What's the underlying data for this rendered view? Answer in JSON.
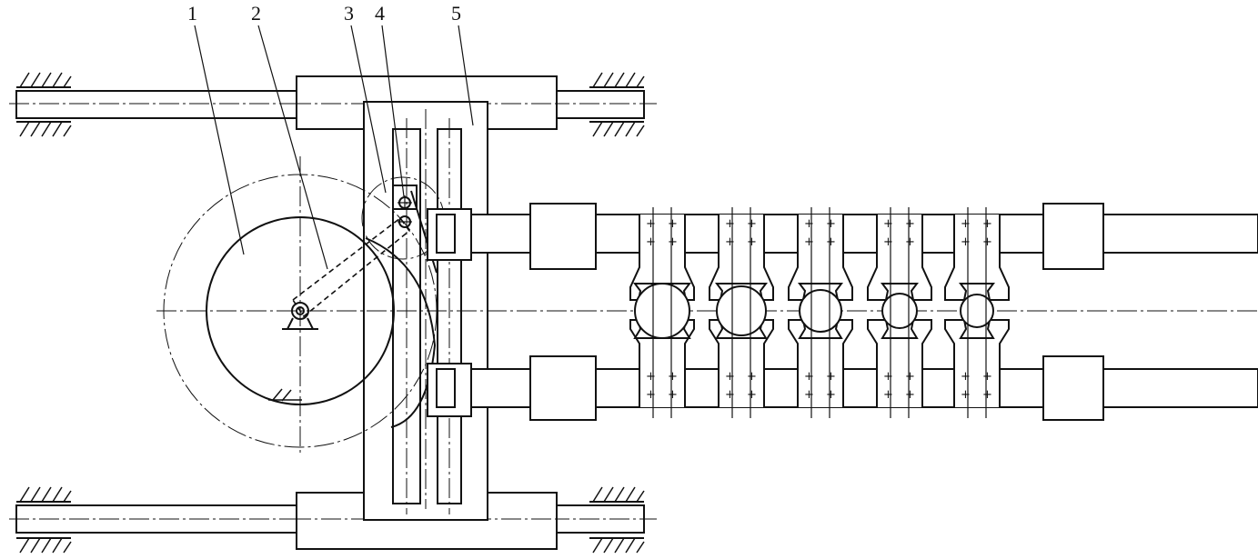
{
  "figure": {
    "part_labels": [
      "1",
      "2",
      "3",
      "4",
      "5"
    ]
  },
  "colors": {
    "line": "#111111",
    "background": "#ffffff"
  }
}
